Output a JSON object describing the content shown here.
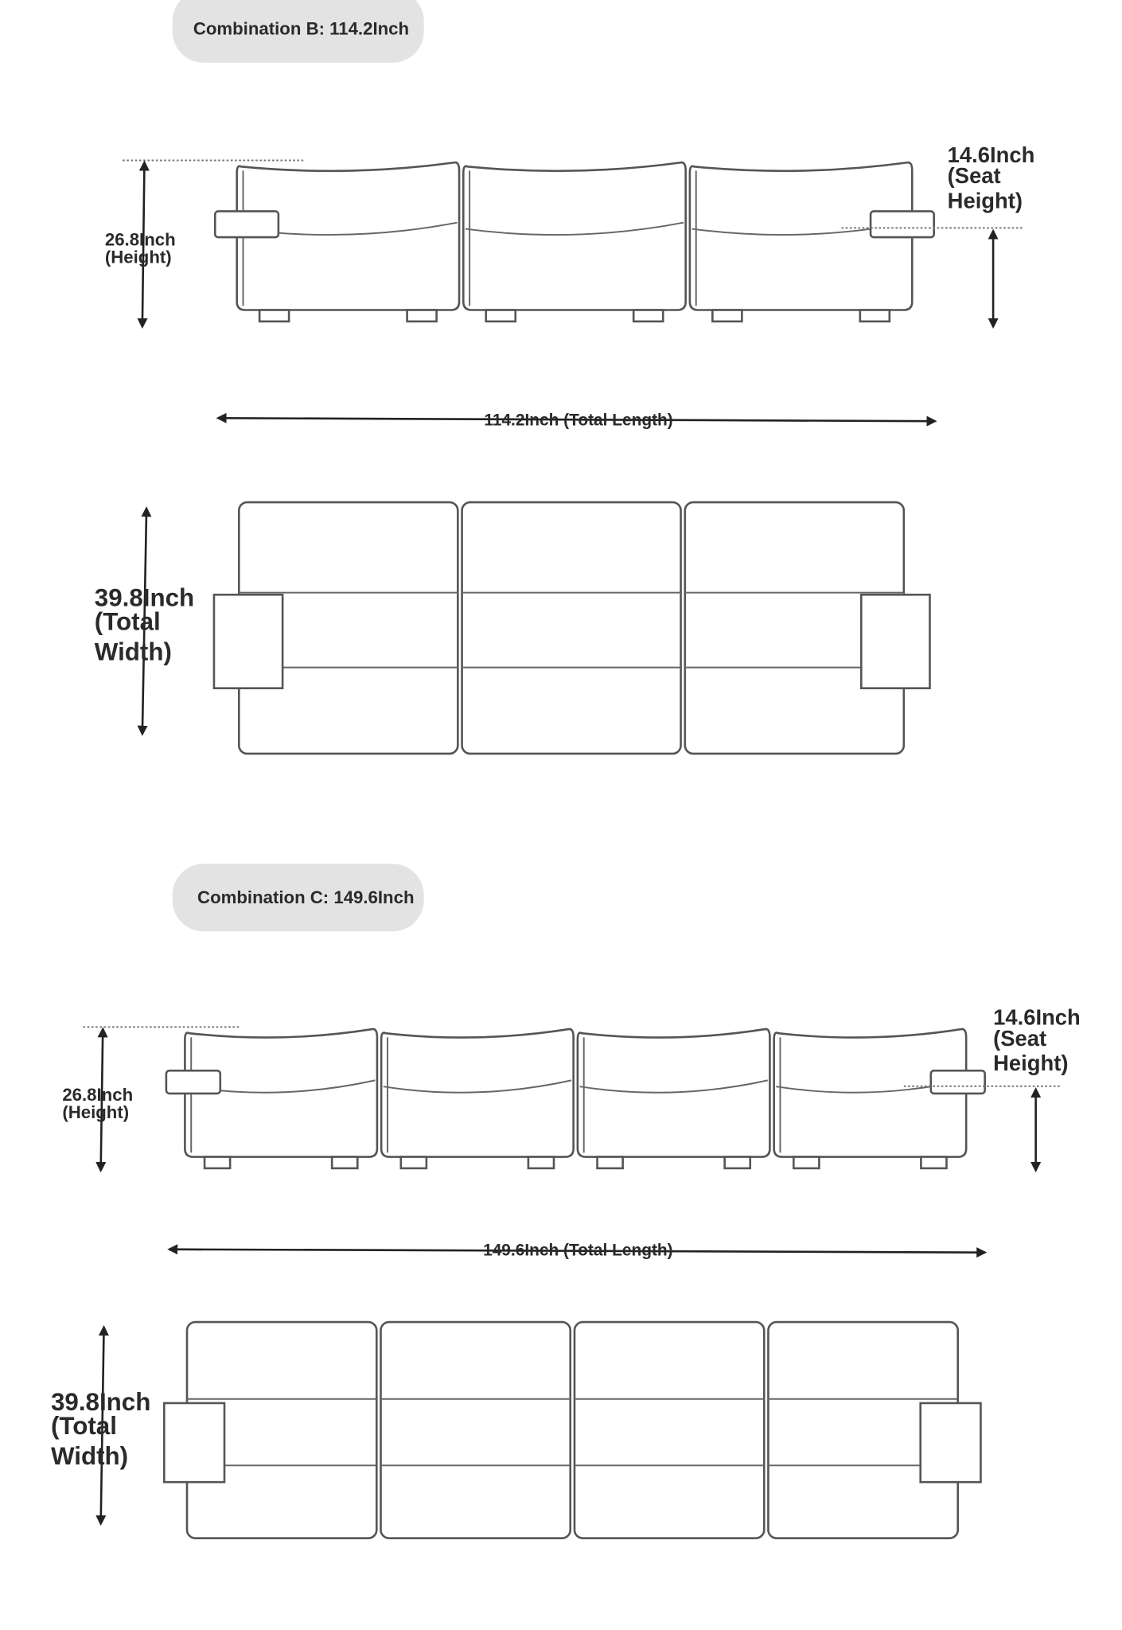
{
  "combinations": [
    {
      "title": "Combination B: 114.2Inch",
      "modules": 3,
      "height_label": [
        "26.8Inch",
        "(Height)"
      ],
      "seat_label": [
        "14.6Inch",
        "(Seat",
        "Height)"
      ],
      "length_label": "114.2Inch (Total Length)",
      "width_label": [
        "39.8Inch",
        "(Total",
        "Width)"
      ]
    },
    {
      "title": "Combination C: 149.6Inch",
      "modules": 4,
      "height_label": [
        "26.8Inch",
        "(Height)"
      ],
      "seat_label": [
        "14.6Inch",
        "(Seat",
        "Height)"
      ],
      "length_label": "149.6Inch (Total Length)",
      "width_label": [
        "39.8Inch",
        "(Total",
        "Width)"
      ]
    }
  ]
}
